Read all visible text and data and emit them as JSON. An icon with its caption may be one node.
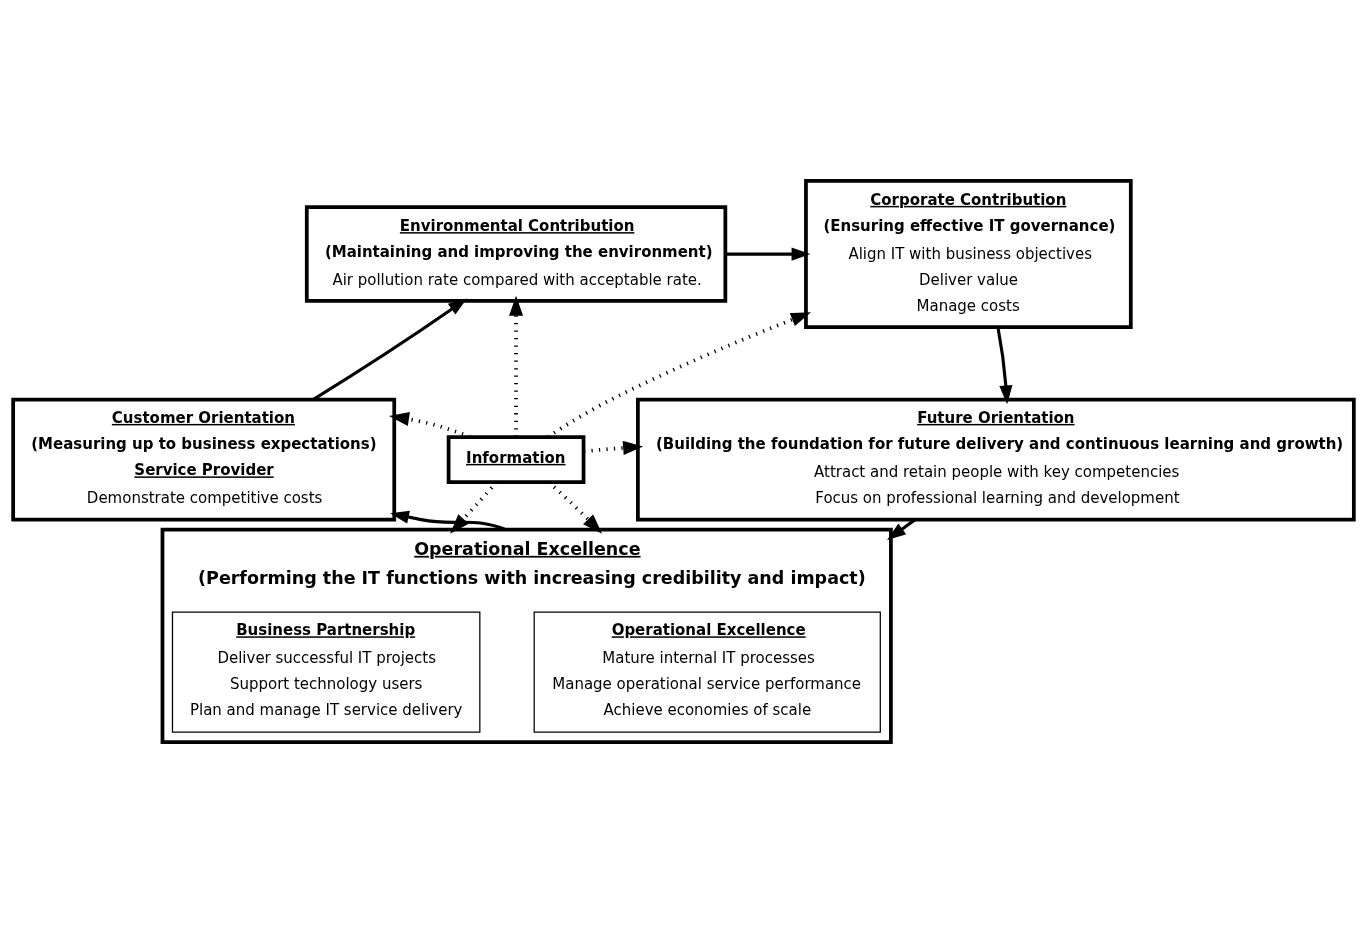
{
  "diagram": {
    "nodes": [
      {
        "text": [
          "Environmental Contribution",
          "(Maintaining and improving the environment)",
          "Air pollution rate compared with acceptable rate."
        ]
      },
      {
        "text": [
          "Corporate Contribution",
          "(Ensuring effective IT governance)",
          "Align IT with business objectives",
          "Deliver value",
          "Manage costs"
        ]
      },
      {
        "text": [
          "Customer Orientation",
          "(Measuring up to business expectations)",
          "Service Provider",
          "Demonstrate competitive costs"
        ]
      },
      {
        "text": [
          "Information"
        ]
      },
      {
        "text": [
          "Future Orientation",
          "(Building the foundation for future delivery and continuous learning and growth)",
          "Attract and retain people with key competencies",
          "Focus on professional learning and development"
        ]
      },
      {
        "text": [
          "Operational Excellence",
          "(Performing the IT functions with increasing credibility and impact)"
        ]
      },
      {
        "text": [
          "Operational Excellence",
          "Mature internal IT processes",
          "Manage operational service performance",
          "Achieve economies of scale"
        ],
        "in": 5
      },
      {
        "text": [
          "Business Partnership",
          "Deliver successful IT projects",
          "Support technology users",
          "Plan and manage IT service delivery"
        ],
        "in": 5
      }
    ],
    "edges": [
      {
        "from": 2,
        "to": 0,
        "arrow": "to"
      },
      {
        "from": 0,
        "to": 1,
        "arrow": "to"
      },
      {
        "from": 1,
        "to": 4,
        "arrow": "to"
      },
      {
        "from": 4,
        "to": 5,
        "arrow": "to"
      },
      {
        "from": 5,
        "to": 2,
        "arrow": "to"
      },
      {
        "from": 3,
        "to": 0,
        "arrow": "to",
        "style": "dashed"
      },
      {
        "from": 3,
        "to": 1,
        "arrow": "to",
        "style": "dashed"
      },
      {
        "from": 3,
        "to": 2,
        "arrow": "to",
        "style": "dashed"
      },
      {
        "from": 3,
        "to": 4,
        "arrow": "to",
        "style": "dashed"
      },
      {
        "from": 3,
        "to": 5,
        "arrow": "to",
        "style": "dashed"
      },
      {
        "from": 3,
        "to": 5,
        "arrow": "to",
        "style": "dashed"
      }
    ]
  }
}
